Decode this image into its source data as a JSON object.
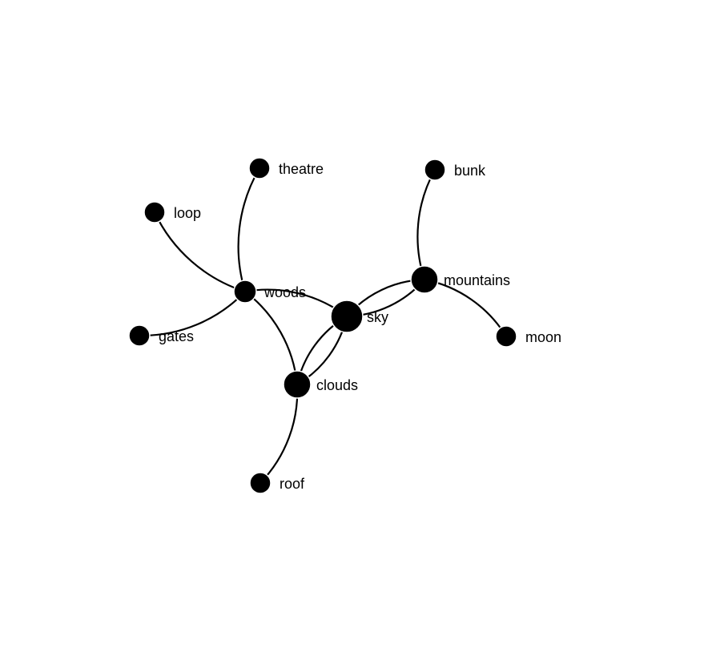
{
  "graph": {
    "node_color": "#000000",
    "edge_color": "#000000",
    "nodes": [
      {
        "id": "theatre",
        "label": "theatre"
      },
      {
        "id": "bunk",
        "label": "bunk"
      },
      {
        "id": "loop",
        "label": "loop"
      },
      {
        "id": "woods",
        "label": "woods"
      },
      {
        "id": "mountains",
        "label": "mountains"
      },
      {
        "id": "sky",
        "label": "sky"
      },
      {
        "id": "gates",
        "label": "gates"
      },
      {
        "id": "moon",
        "label": "moon"
      },
      {
        "id": "clouds",
        "label": "clouds"
      },
      {
        "id": "roof",
        "label": "roof"
      }
    ],
    "edges": [
      {
        "source": "woods",
        "target": "theatre"
      },
      {
        "source": "woods",
        "target": "loop"
      },
      {
        "source": "woods",
        "target": "gates"
      },
      {
        "source": "woods",
        "target": "sky"
      },
      {
        "source": "woods",
        "target": "clouds"
      },
      {
        "source": "mountains",
        "target": "bunk"
      },
      {
        "source": "mountains",
        "target": "moon"
      },
      {
        "source": "mountains",
        "target": "sky"
      },
      {
        "source": "sky",
        "target": "mountains"
      },
      {
        "source": "sky",
        "target": "clouds"
      },
      {
        "source": "clouds",
        "target": "sky"
      },
      {
        "source": "clouds",
        "target": "roof"
      }
    ]
  }
}
